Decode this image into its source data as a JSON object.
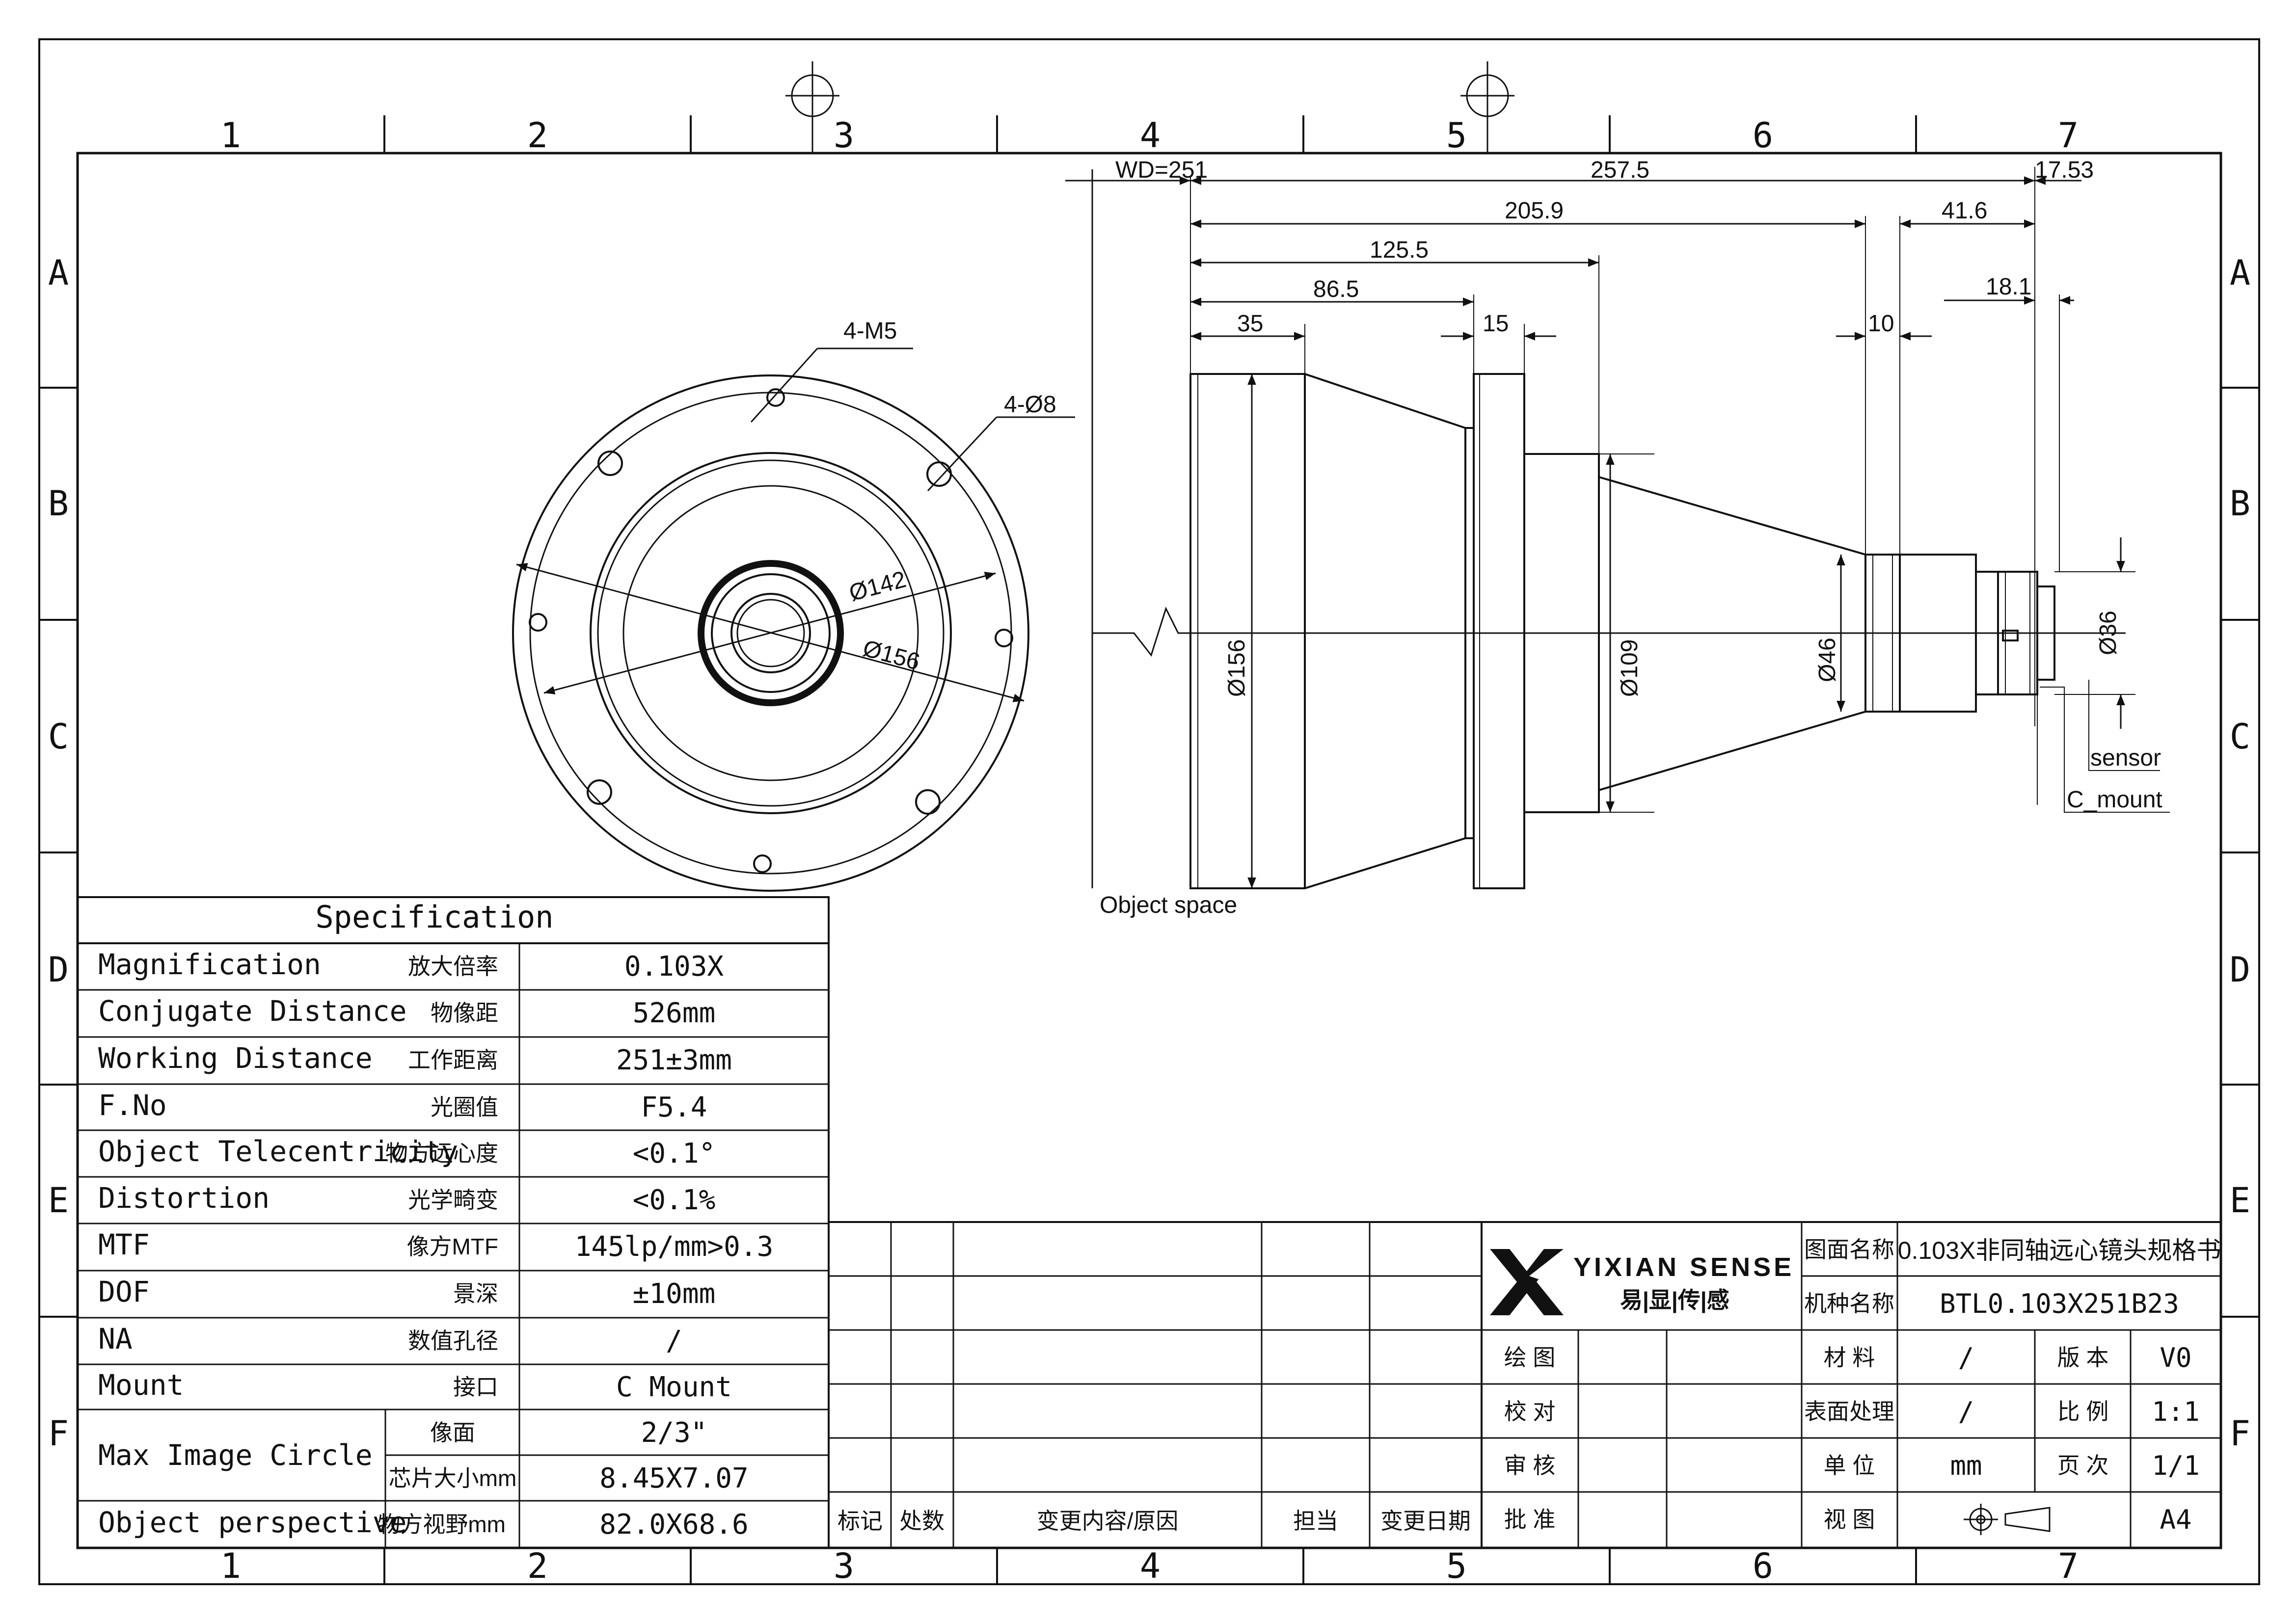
{
  "frame": {
    "cols": [
      "1",
      "2",
      "3",
      "4",
      "5",
      "6",
      "7"
    ],
    "rows": [
      "A",
      "B",
      "C",
      "D",
      "E",
      "F"
    ]
  },
  "front_view": {
    "label_holes_m5": "4-M5",
    "label_holes_8": "4-Ø8",
    "dia_inner": "Ø142",
    "dia_outer": "Ø156"
  },
  "side_view": {
    "dims": {
      "wd": "WD=251",
      "total": "257.5",
      "rear": "17.53",
      "d205": "205.9",
      "d41": "41.6",
      "d125": "125.5",
      "d86": "86.5",
      "d35": "35",
      "d15": "15",
      "d10": "10",
      "d18": "18.1",
      "dia156": "Ø156",
      "dia109": "Ø109",
      "dia46": "Ø46",
      "dia36": "Ø36"
    },
    "labels": {
      "object_space": "Object space",
      "sensor": "sensor",
      "c_mount": "C_mount"
    }
  },
  "spec_table": {
    "title": "Specification",
    "rows": [
      {
        "en": "Magnification",
        "cn": "放大倍率",
        "value": "0.103X"
      },
      {
        "en": "Conjugate Distance",
        "cn": "物像距",
        "value": "526mm"
      },
      {
        "en": "Working Distance",
        "cn": "工作距离",
        "value": "251±3mm"
      },
      {
        "en": "F.No",
        "cn": "光圈值",
        "value": "F5.4"
      },
      {
        "en": "Object Telecentricity",
        "cn": "物方远心度",
        "value": "<0.1°"
      },
      {
        "en": "Distortion",
        "cn": "光学畸变",
        "value": "<0.1%"
      },
      {
        "en": "MTF",
        "cn": "像方MTF",
        "value": "145lp/mm>0.3"
      },
      {
        "en": "DOF",
        "cn": "景深",
        "value": "±10mm"
      },
      {
        "en": "NA",
        "cn": "数值孔径",
        "value": "/"
      },
      {
        "en": "Mount",
        "cn": "接口",
        "value": "C Mount"
      }
    ],
    "max_image_circle": {
      "en": "Max Image Circle",
      "sub": [
        {
          "cn": "像面",
          "value": "2/3\""
        },
        {
          "cn": "芯片大小mm",
          "value": "8.45X7.07"
        }
      ]
    },
    "object_perspective": {
      "en": "Object perspective",
      "cn": "物方视野mm",
      "value": "82.0X68.6"
    }
  },
  "revision_block": {
    "headers": [
      "标记",
      "处数",
      "变更内容/原因",
      "担当",
      "变更日期"
    ]
  },
  "title_block": {
    "logo_text": "YIXIAN SENSE",
    "logo_cn": "易|显|传|感",
    "drawing_name_label": "图面名称",
    "drawing_name": "0.103X非同轴远心镜头规格书",
    "model_label": "机种名称",
    "model": "BTL0.103X251B23",
    "sign_rows": [
      "绘 图",
      "校 对",
      "审 核",
      "批 准"
    ],
    "props": [
      {
        "label": "材 料",
        "value": "/",
        "label2": "版 本",
        "value2": "V0"
      },
      {
        "label": "表面处理",
        "value": "/",
        "label2": "比 例",
        "value2": "1:1"
      },
      {
        "label": "单 位",
        "value": "mm",
        "label2": "页 次",
        "value2": "1/1"
      },
      {
        "label": "视 图",
        "value": "",
        "label2": "",
        "value2": "A4"
      }
    ]
  }
}
